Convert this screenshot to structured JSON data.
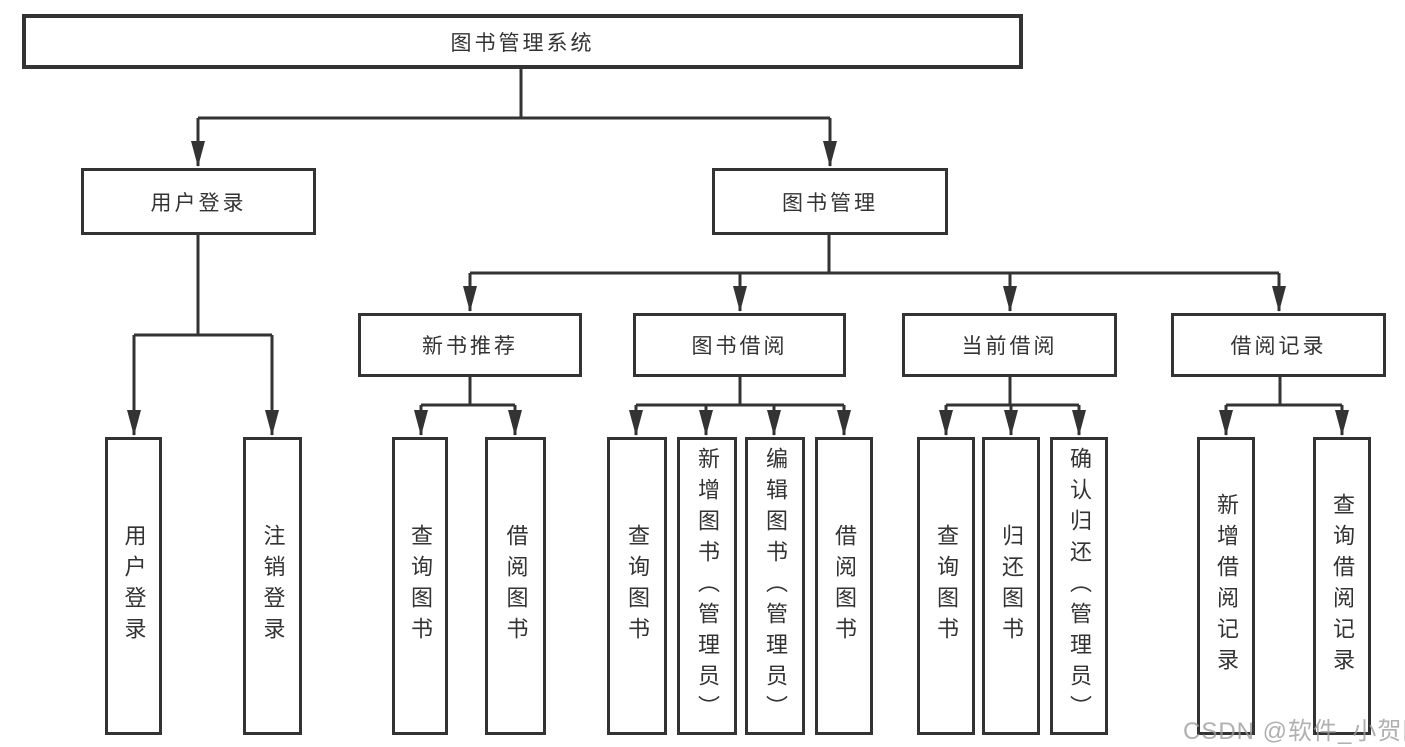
{
  "diagram_type": "hierarchy-tree",
  "tree": {
    "label": "图书管理系统",
    "children": [
      {
        "label": "用户登录",
        "children": [
          {
            "label": "用户登录"
          },
          {
            "label": "注销登录"
          }
        ]
      },
      {
        "label": "图书管理",
        "children": [
          {
            "label": "新书推荐",
            "children": [
              {
                "label": "查询图书"
              },
              {
                "label": "借阅图书"
              }
            ]
          },
          {
            "label": "图书借阅",
            "children": [
              {
                "label": "查询图书"
              },
              {
                "label": "新增图书（管理员）"
              },
              {
                "label": "编辑图书（管理员）"
              },
              {
                "label": "借阅图书"
              }
            ]
          },
          {
            "label": "当前借阅",
            "children": [
              {
                "label": "查询图书"
              },
              {
                "label": "归还图书"
              },
              {
                "label": "确认归还（管理员）"
              }
            ]
          },
          {
            "label": "借阅记录",
            "children": [
              {
                "label": "新增借阅记录"
              },
              {
                "label": "查询借阅记录"
              }
            ]
          }
        ]
      }
    ]
  },
  "colors": {
    "line": "#333333",
    "box_border": "#333333",
    "text": "#333333",
    "watermark": "#9d9d9d"
  },
  "watermark": {
    "text": "CSDN @软件_小贺同学"
  }
}
